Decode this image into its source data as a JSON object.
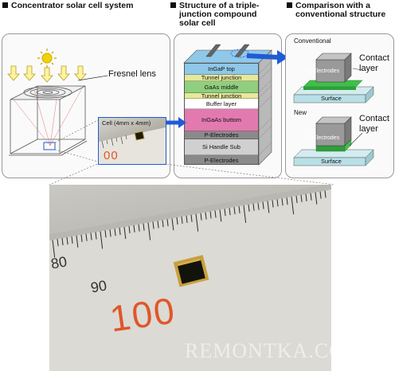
{
  "headers": {
    "left": "Concentrator solar cell system",
    "middle_line1": "Structure of a triple-",
    "middle_line2": "junction compound",
    "middle_line3": "solar cell",
    "right_line1": "Comparison with a",
    "right_line2": "conventional structure"
  },
  "concentrator": {
    "fresnel_label": "Fresnel lens",
    "cell_label": "Cell (4mm x 4mm)",
    "ruler_mark": "00"
  },
  "structure_layers": [
    {
      "label": "InGaP top",
      "color": "#8fc8e8"
    },
    {
      "label": "Tunnel junction",
      "color": "#e8e89a"
    },
    {
      "label": "GaAs middle",
      "color": "#8fcf7f"
    },
    {
      "label": "Tunnel junction",
      "color": "#e8e89a"
    },
    {
      "label": "Buffer layer",
      "color": "#ffffff"
    },
    {
      "label": "InGaAs buttom",
      "color": "#e27ab0"
    },
    {
      "label": "P-Electrodes",
      "color": "#8a8a8a"
    },
    {
      "label": "Si Handle Sub",
      "color": "#d0d0d0"
    },
    {
      "label": "P-Electrodes",
      "color": "#8a8a8a"
    }
  ],
  "comparison": {
    "conventional_label": "Conventional",
    "new_label": "New",
    "contact_layer_line1": "Contact",
    "contact_layer_line2": "layer",
    "electrode_label": "P-Electrodes",
    "surface_label": "Surface"
  },
  "photo": {
    "ruler_numbers": [
      "80",
      "90",
      "100"
    ],
    "watermark": "REMONTKA.COM"
  },
  "colors": {
    "arrow_blue": "#1f5bd6",
    "sun_yellow": "#f2d200",
    "green_layer": "#2f9e3a",
    "surface_teal": "#b8e0e6",
    "ruler_orange": "#e0562a"
  }
}
